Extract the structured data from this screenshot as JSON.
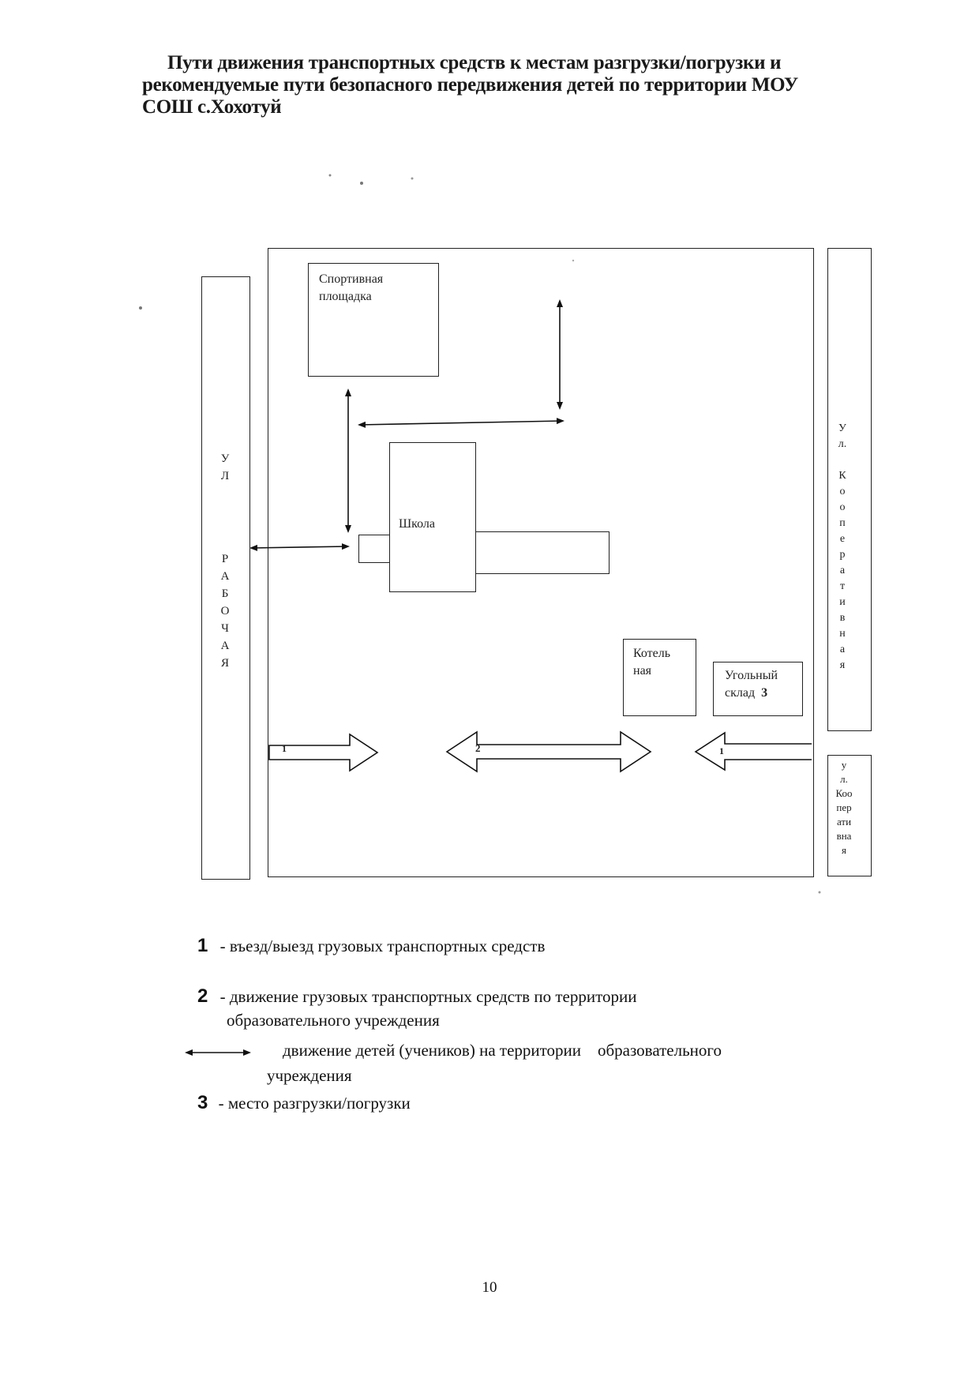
{
  "title": {
    "line1": "Пути движения транспортных средств к местам разгрузки/погрузки и",
    "line2": "рекомендуемые пути безопасного передвижения детей по территории МОУ",
    "line3": "СОШ с.Хохотуй"
  },
  "diagram": {
    "sports_ground_line1": "Спортивная",
    "sports_ground_line2": "площадка",
    "school": "Школа",
    "boiler_line1": "Котель",
    "boiler_line2": "ная",
    "coal_line1": "Угольный",
    "coal_line2": "склад",
    "coal_number": "3",
    "street_left_top": [
      "У",
      "Л"
    ],
    "street_left_name": [
      "Р",
      "А",
      "Б",
      "О",
      "Ч",
      "А",
      "Я"
    ],
    "street_right_top": [
      "У",
      "л.",
      "",
      "К",
      "о",
      "о",
      "п",
      "е",
      "р",
      "а",
      "т",
      "и",
      "в",
      "н",
      "а",
      "я"
    ],
    "street_right_bottom": [
      "у",
      "л.",
      "Коо",
      "пер",
      "ати",
      "вна",
      "я"
    ],
    "arrow_left_number": "1",
    "arrow_middle_number": "2",
    "arrow_right_number": "1"
  },
  "legend": {
    "item1_number": "1",
    "item1_text": "- въезд/выезд грузовых транспортных средств",
    "item2_number": "2",
    "item2_text": "- движение грузовых транспортных средств по территории",
    "item2_text_cont": "образовательного учреждения",
    "children_text": "движение детей (учеников) на территории    образовательного",
    "children_text_cont": "учреждения",
    "item3_number": "3",
    "item3_text": "- место разгрузки/погрузки"
  },
  "page_number": "10"
}
